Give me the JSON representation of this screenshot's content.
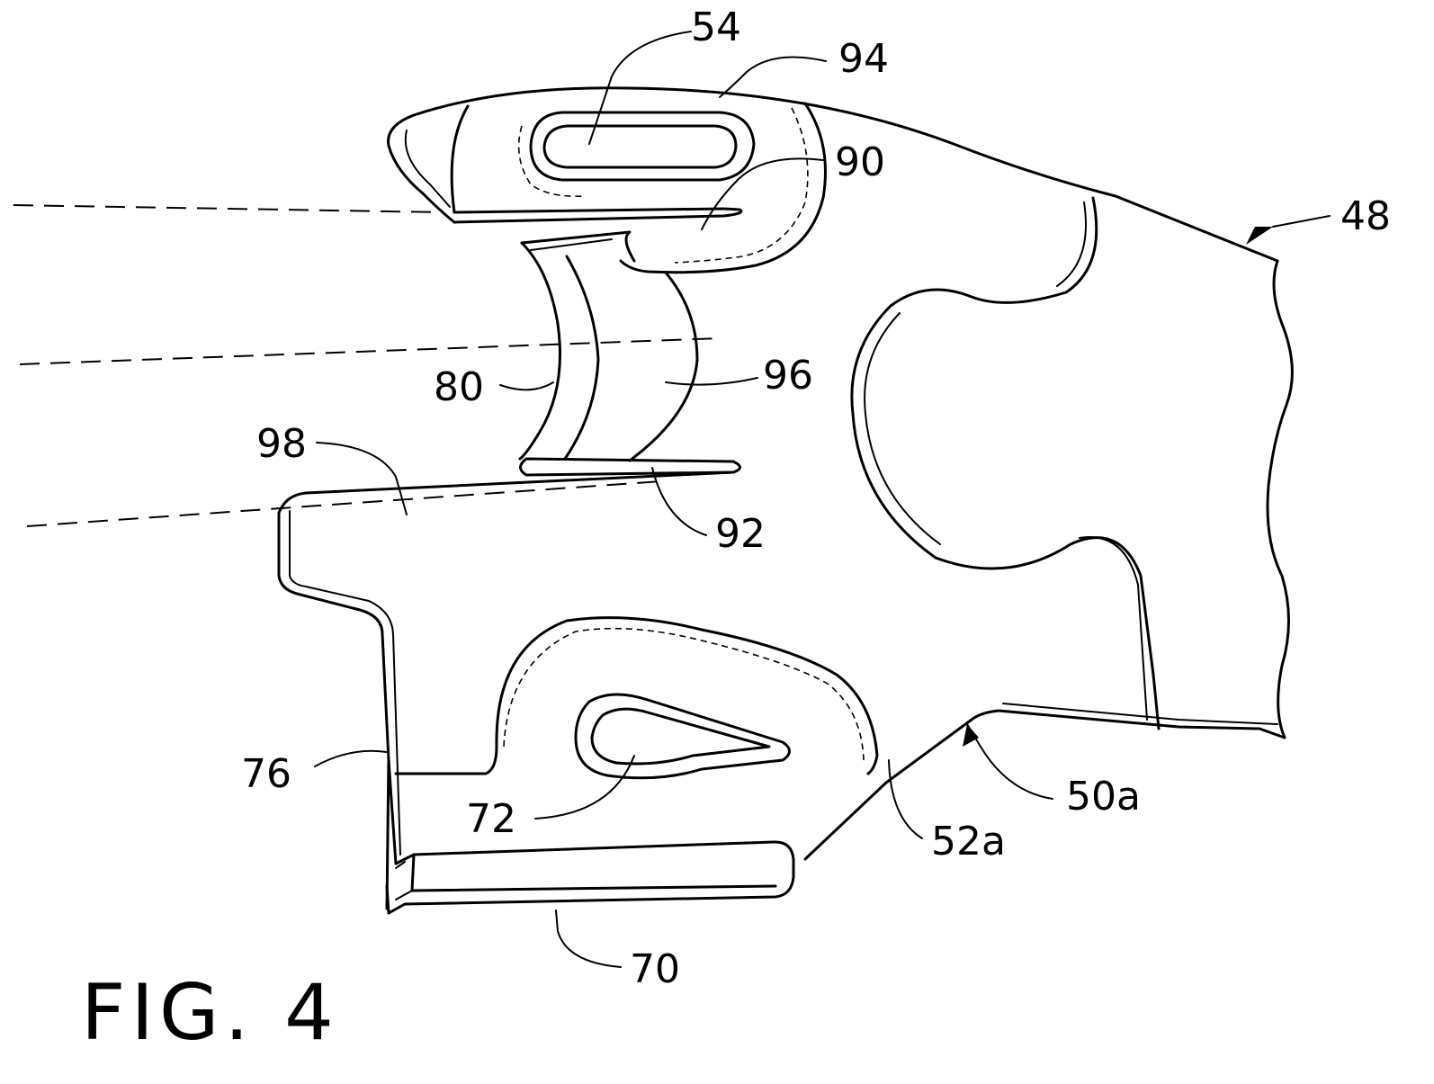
{
  "figure": {
    "caption": "FIG. 4",
    "reference_numerals": {
      "r54": "54",
      "r94": "94",
      "r90": "90",
      "r48": "48",
      "r80": "80",
      "r96": "96",
      "r98": "98",
      "r92": "92",
      "r76": "76",
      "r72": "72",
      "r50a": "50a",
      "r52a": "52a",
      "r70": "70"
    }
  },
  "colors": {
    "ink": "#000000",
    "paper": "#ffffff"
  }
}
